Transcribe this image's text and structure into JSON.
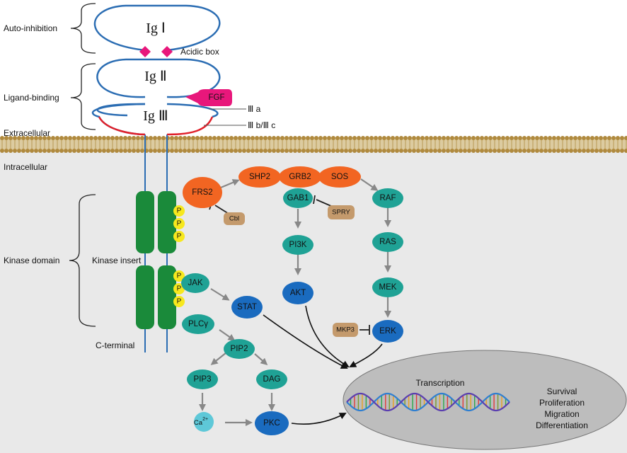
{
  "labels": {
    "auto_inhibition": "Auto-inhibition",
    "ligand_binding": "Ligand-binding",
    "extracellular": "Extracellular",
    "intracellular": "Intracellular",
    "kinase_domain": "Kinase domain",
    "kinase_insert": "Kinase insert",
    "c_terminal": "C-terminal",
    "acidic_box": "Acidic box",
    "iiia": "Ⅲ a",
    "iiibc": "Ⅲ b/Ⅲ c"
  },
  "domains": {
    "ig1": "Ig Ⅰ",
    "ig2": "Ig Ⅱ",
    "ig3": "Ig Ⅲ",
    "fgf": "FGF"
  },
  "phospho": "P",
  "nodes": {
    "frs2": "FRS2",
    "shp2": "SHP2",
    "grb2": "GRB2",
    "sos": "SOS",
    "gab1": "GAB1",
    "cbl": "Cbl",
    "spry": "SPRY",
    "pi3k": "PI3K",
    "akt": "AKT",
    "raf": "RAF",
    "ras": "RAS",
    "mek": "MEK",
    "erk": "ERK",
    "mkp3": "MKP3",
    "jak": "JAK",
    "stat": "STAT",
    "plcy": "PLCγ",
    "pip2": "PIP2",
    "pip3": "PIP3",
    "dag": "DAG",
    "ca": "Ca",
    "ca_sup": "2+",
    "pkc": "PKC"
  },
  "nucleus": {
    "transcription": "Transcription",
    "outcomes": [
      "Survival",
      "Proliferation",
      "Migration",
      "Differentiation"
    ]
  },
  "colors": {
    "teal": "#1fa295",
    "dark_blue": "#1a6bbf",
    "orange": "#f26522",
    "tan": "#c49a6c",
    "green": "#1a8a3a",
    "yellow": "#f7e81d",
    "magenta": "#e8177b",
    "membrane": "#b89a55",
    "receptor_line": "#2b6db3",
    "ig3_bottom": "#e0202a"
  }
}
